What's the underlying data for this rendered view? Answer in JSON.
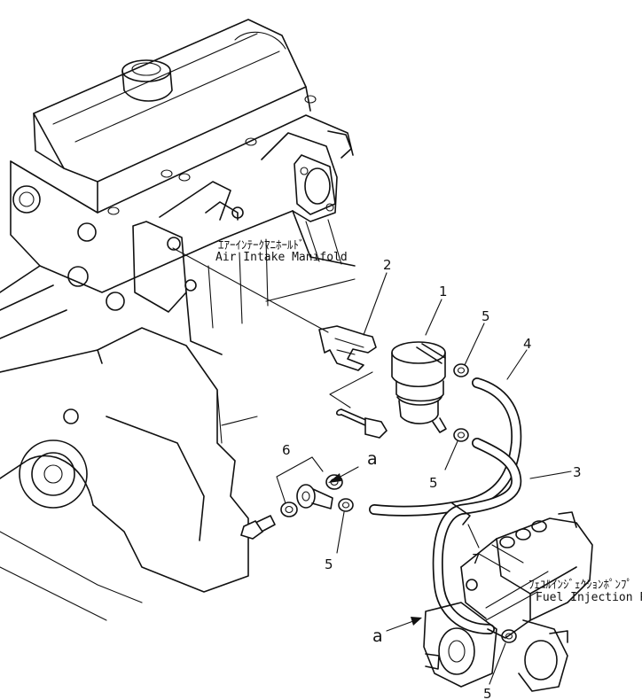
{
  "labels": {
    "air_intake_jp": "ｴｱｰｲﾝﾃｰｸﾏﾆﾎｰﾙﾄﾞ",
    "air_intake_en": "Air Intake Manifold",
    "fuel_pump_jp": "ﾌｪﾕﾙｲﾝｼﾞｪｸｼｮﾝﾎﾟﾝﾌﾟ",
    "fuel_pump_en": "Fuel Injection Pump"
  },
  "callouts": {
    "p1": "1",
    "p2": "2",
    "p3": "3",
    "p4": "4",
    "p5a": "5",
    "p5b": "5",
    "p5c": "5",
    "p5d": "5",
    "p6": "6",
    "p7": "7",
    "a1": "a",
    "a2": "a"
  }
}
